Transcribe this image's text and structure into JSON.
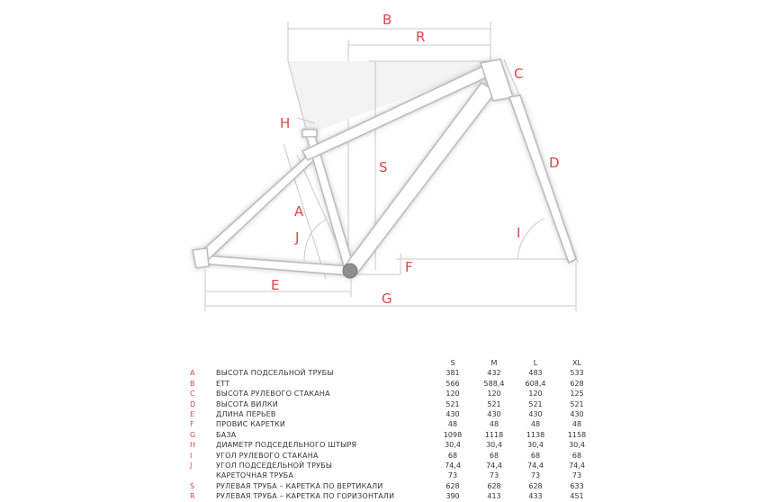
{
  "dimension_labels": {
    "A": "A",
    "B": "B",
    "C": "C",
    "D": "D",
    "E": "E",
    "F": "F",
    "G": "G",
    "H": "H",
    "I": "I",
    "J": "J",
    "S": "S",
    "R": "R"
  },
  "geometry_table": {
    "sizes": [
      "S",
      "M",
      "L",
      "XL"
    ],
    "rows": [
      {
        "letter": "A",
        "name": "ВЫСОТА ПОДСЕЛЬНОЙ ТРУБЫ",
        "values": [
          "381",
          "432",
          "483",
          "533"
        ]
      },
      {
        "letter": "B",
        "name": "ETT",
        "values": [
          "566",
          "588,4",
          "608,4",
          "628"
        ]
      },
      {
        "letter": "C",
        "name": "ВЫСОТА РУЛЕВОГО СТАКАНА",
        "values": [
          "120",
          "120",
          "120",
          "125"
        ]
      },
      {
        "letter": "D",
        "name": "ВЫСОТА ВИЛКИ",
        "values": [
          "521",
          "521",
          "521",
          "521"
        ]
      },
      {
        "letter": "E",
        "name": "ДЛИНА ПЕРЬЕВ",
        "values": [
          "430",
          "430",
          "430",
          "430"
        ]
      },
      {
        "letter": "F",
        "name": "ПРОВИС КАРЕТКИ",
        "values": [
          "48",
          "48",
          "48",
          "48"
        ]
      },
      {
        "letter": "G",
        "name": "БАЗА",
        "values": [
          "1098",
          "1118",
          "1138",
          "1158"
        ]
      },
      {
        "letter": "H",
        "name": "ДИАМЕТР ПОДСЕДЕЛЬНОГО ШТЫРЯ",
        "values": [
          "30,4",
          "30,4",
          "30,4",
          "30,4"
        ]
      },
      {
        "letter": "I",
        "name": "УГОЛ РУЛЕВОГО СТАКАНА",
        "values": [
          "68",
          "68",
          "68",
          "68"
        ]
      },
      {
        "letter": "J",
        "name": "УГОЛ ПОДСЕДЕЛЬНОЙ ТРУБЫ",
        "values": [
          "74,4",
          "74,4",
          "74,4",
          "74,4"
        ]
      },
      {
        "letter": "",
        "name": "КАРЕТОЧНАЯ ТРУБА",
        "values": [
          "73",
          "73",
          "73",
          "73"
        ]
      },
      {
        "letter": "S",
        "name": "РУЛЕВАЯ ТРУБА – КАРЕТКА ПО ВЕРТИКАЛИ",
        "values": [
          "628",
          "628",
          "628",
          "633"
        ]
      },
      {
        "letter": "R",
        "name": "РУЛЕВАЯ ТРУБА – КАРЕТКА ПО ГОРИЗОНТАЛИ",
        "values": [
          "390",
          "413",
          "433",
          "451"
        ]
      }
    ]
  },
  "colors": {
    "accent": "#e04545",
    "frame_outline": "#bdbdbd",
    "dimension_lines": "#c8c8c8"
  }
}
